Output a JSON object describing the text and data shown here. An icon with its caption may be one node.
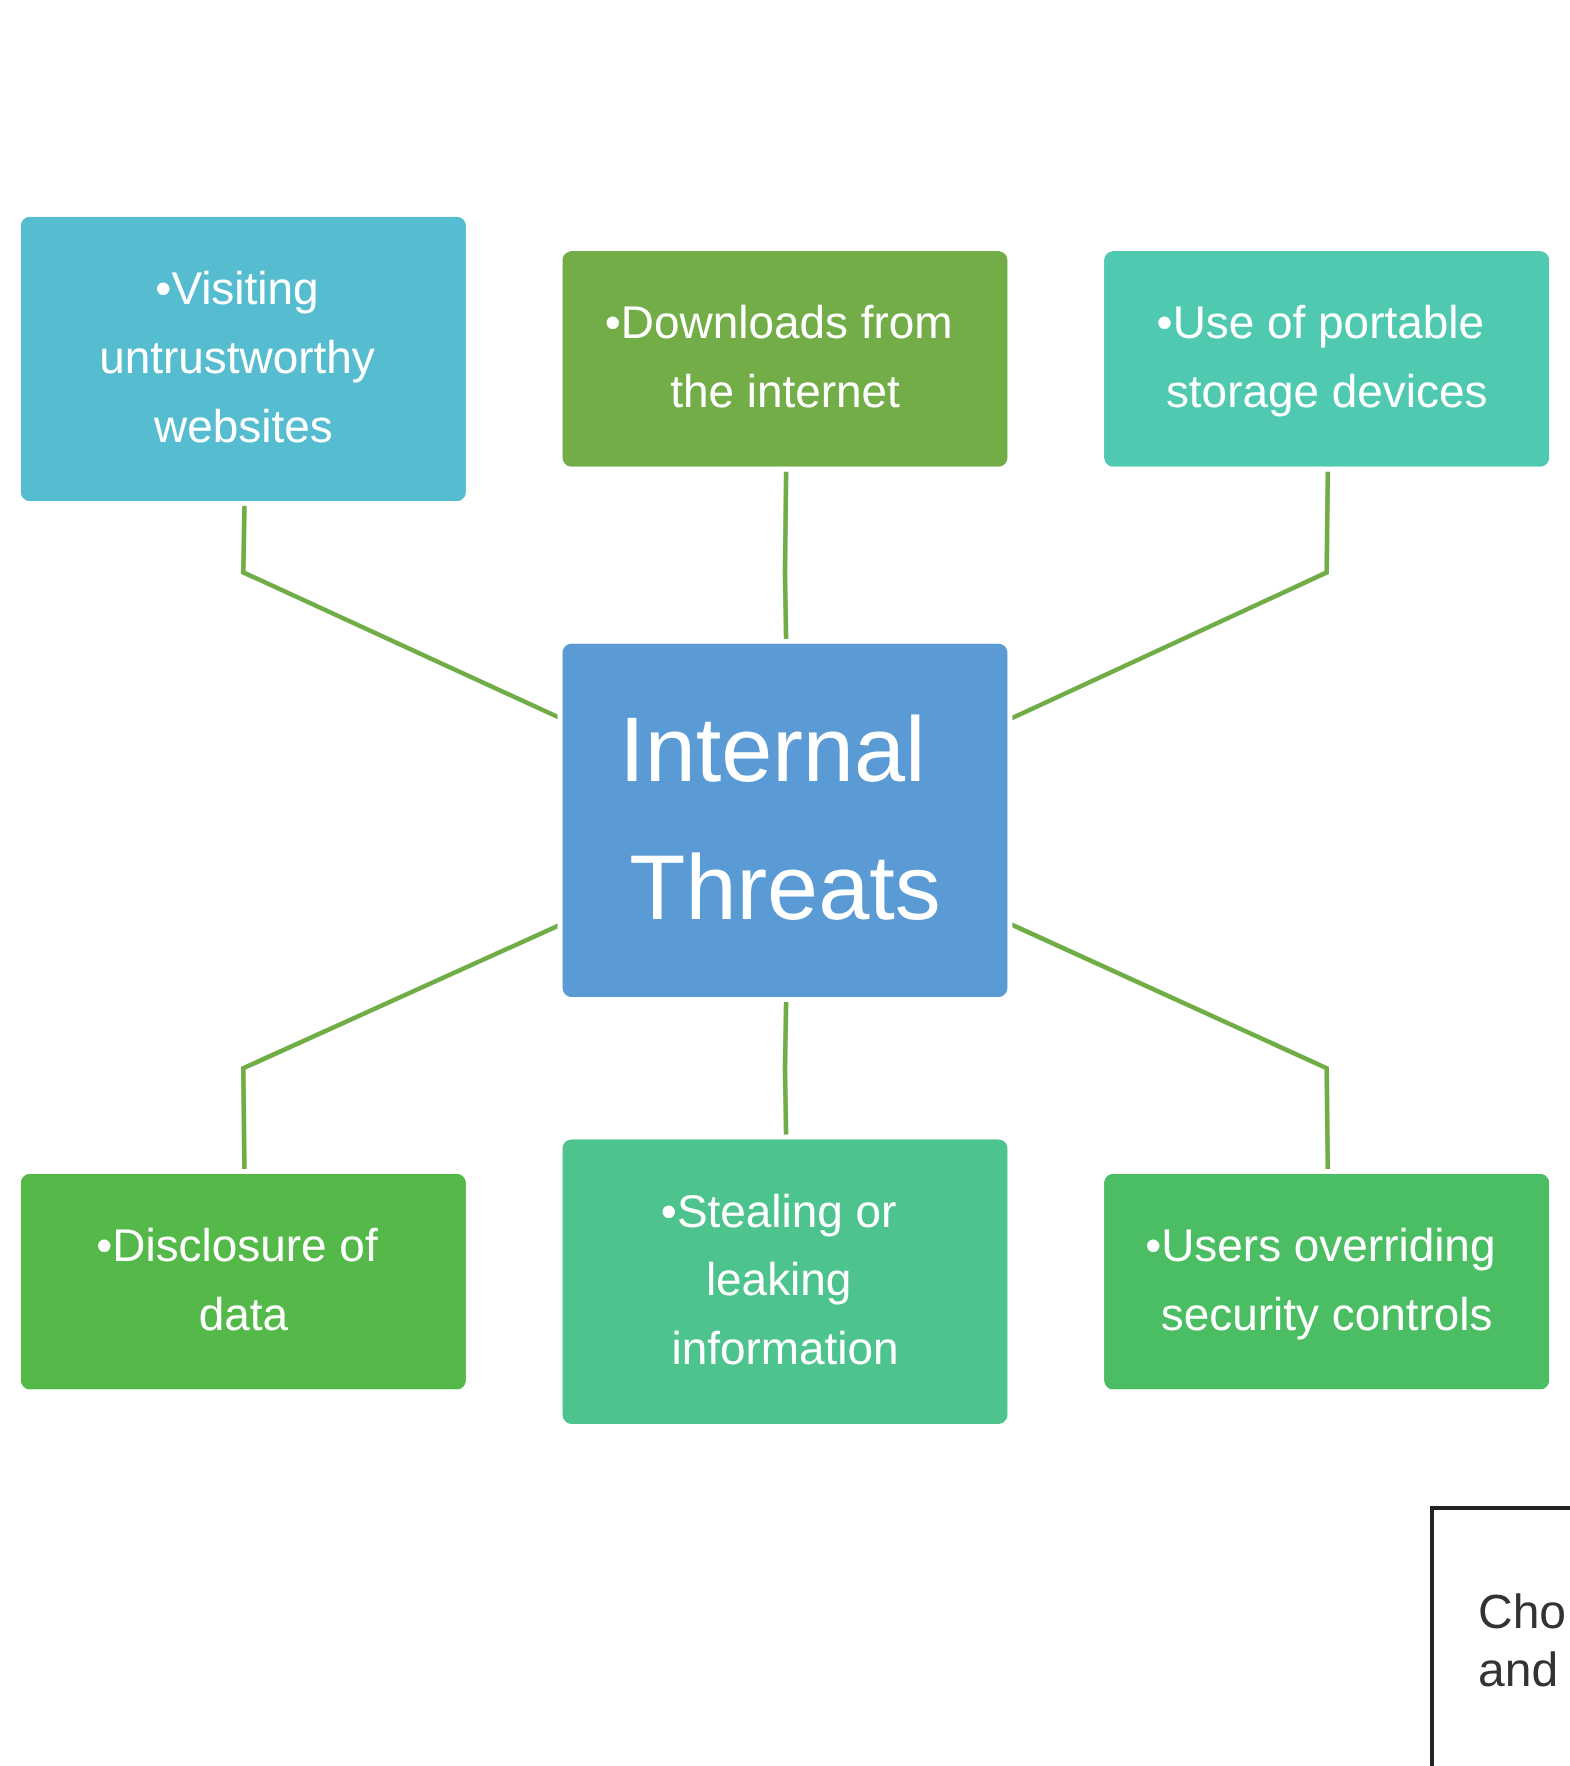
{
  "diagram": {
    "nodes": [
      {
        "text": [
          "•Visiting untrustworthy websites"
        ]
      },
      {
        "text": [
          "•Downloads from the internet"
        ]
      },
      {
        "text": [
          "•Use of portable storage devices"
        ]
      },
      {
        "text": [
          "Internal Threats"
        ]
      },
      {
        "text": [
          "•Disclosure of data"
        ]
      },
      {
        "text": [
          "•Stealing or leaking information"
        ]
      },
      {
        "text": [
          "•Users overriding security controls"
        ]
      }
    ],
    "edges": [
      {
        "from": 0,
        "to": 3,
        "arrow": "none"
      },
      {
        "from": 1,
        "to": 3,
        "arrow": "none"
      },
      {
        "from": 2,
        "to": 3,
        "arrow": "none"
      },
      {
        "from": 3,
        "to": 4,
        "arrow": "none"
      },
      {
        "from": 3,
        "to": 5,
        "arrow": "none"
      },
      {
        "from": 3,
        "to": 6,
        "arrow": "none"
      }
    ],
    "labels": [
      "Cho and"
    ]
  }
}
